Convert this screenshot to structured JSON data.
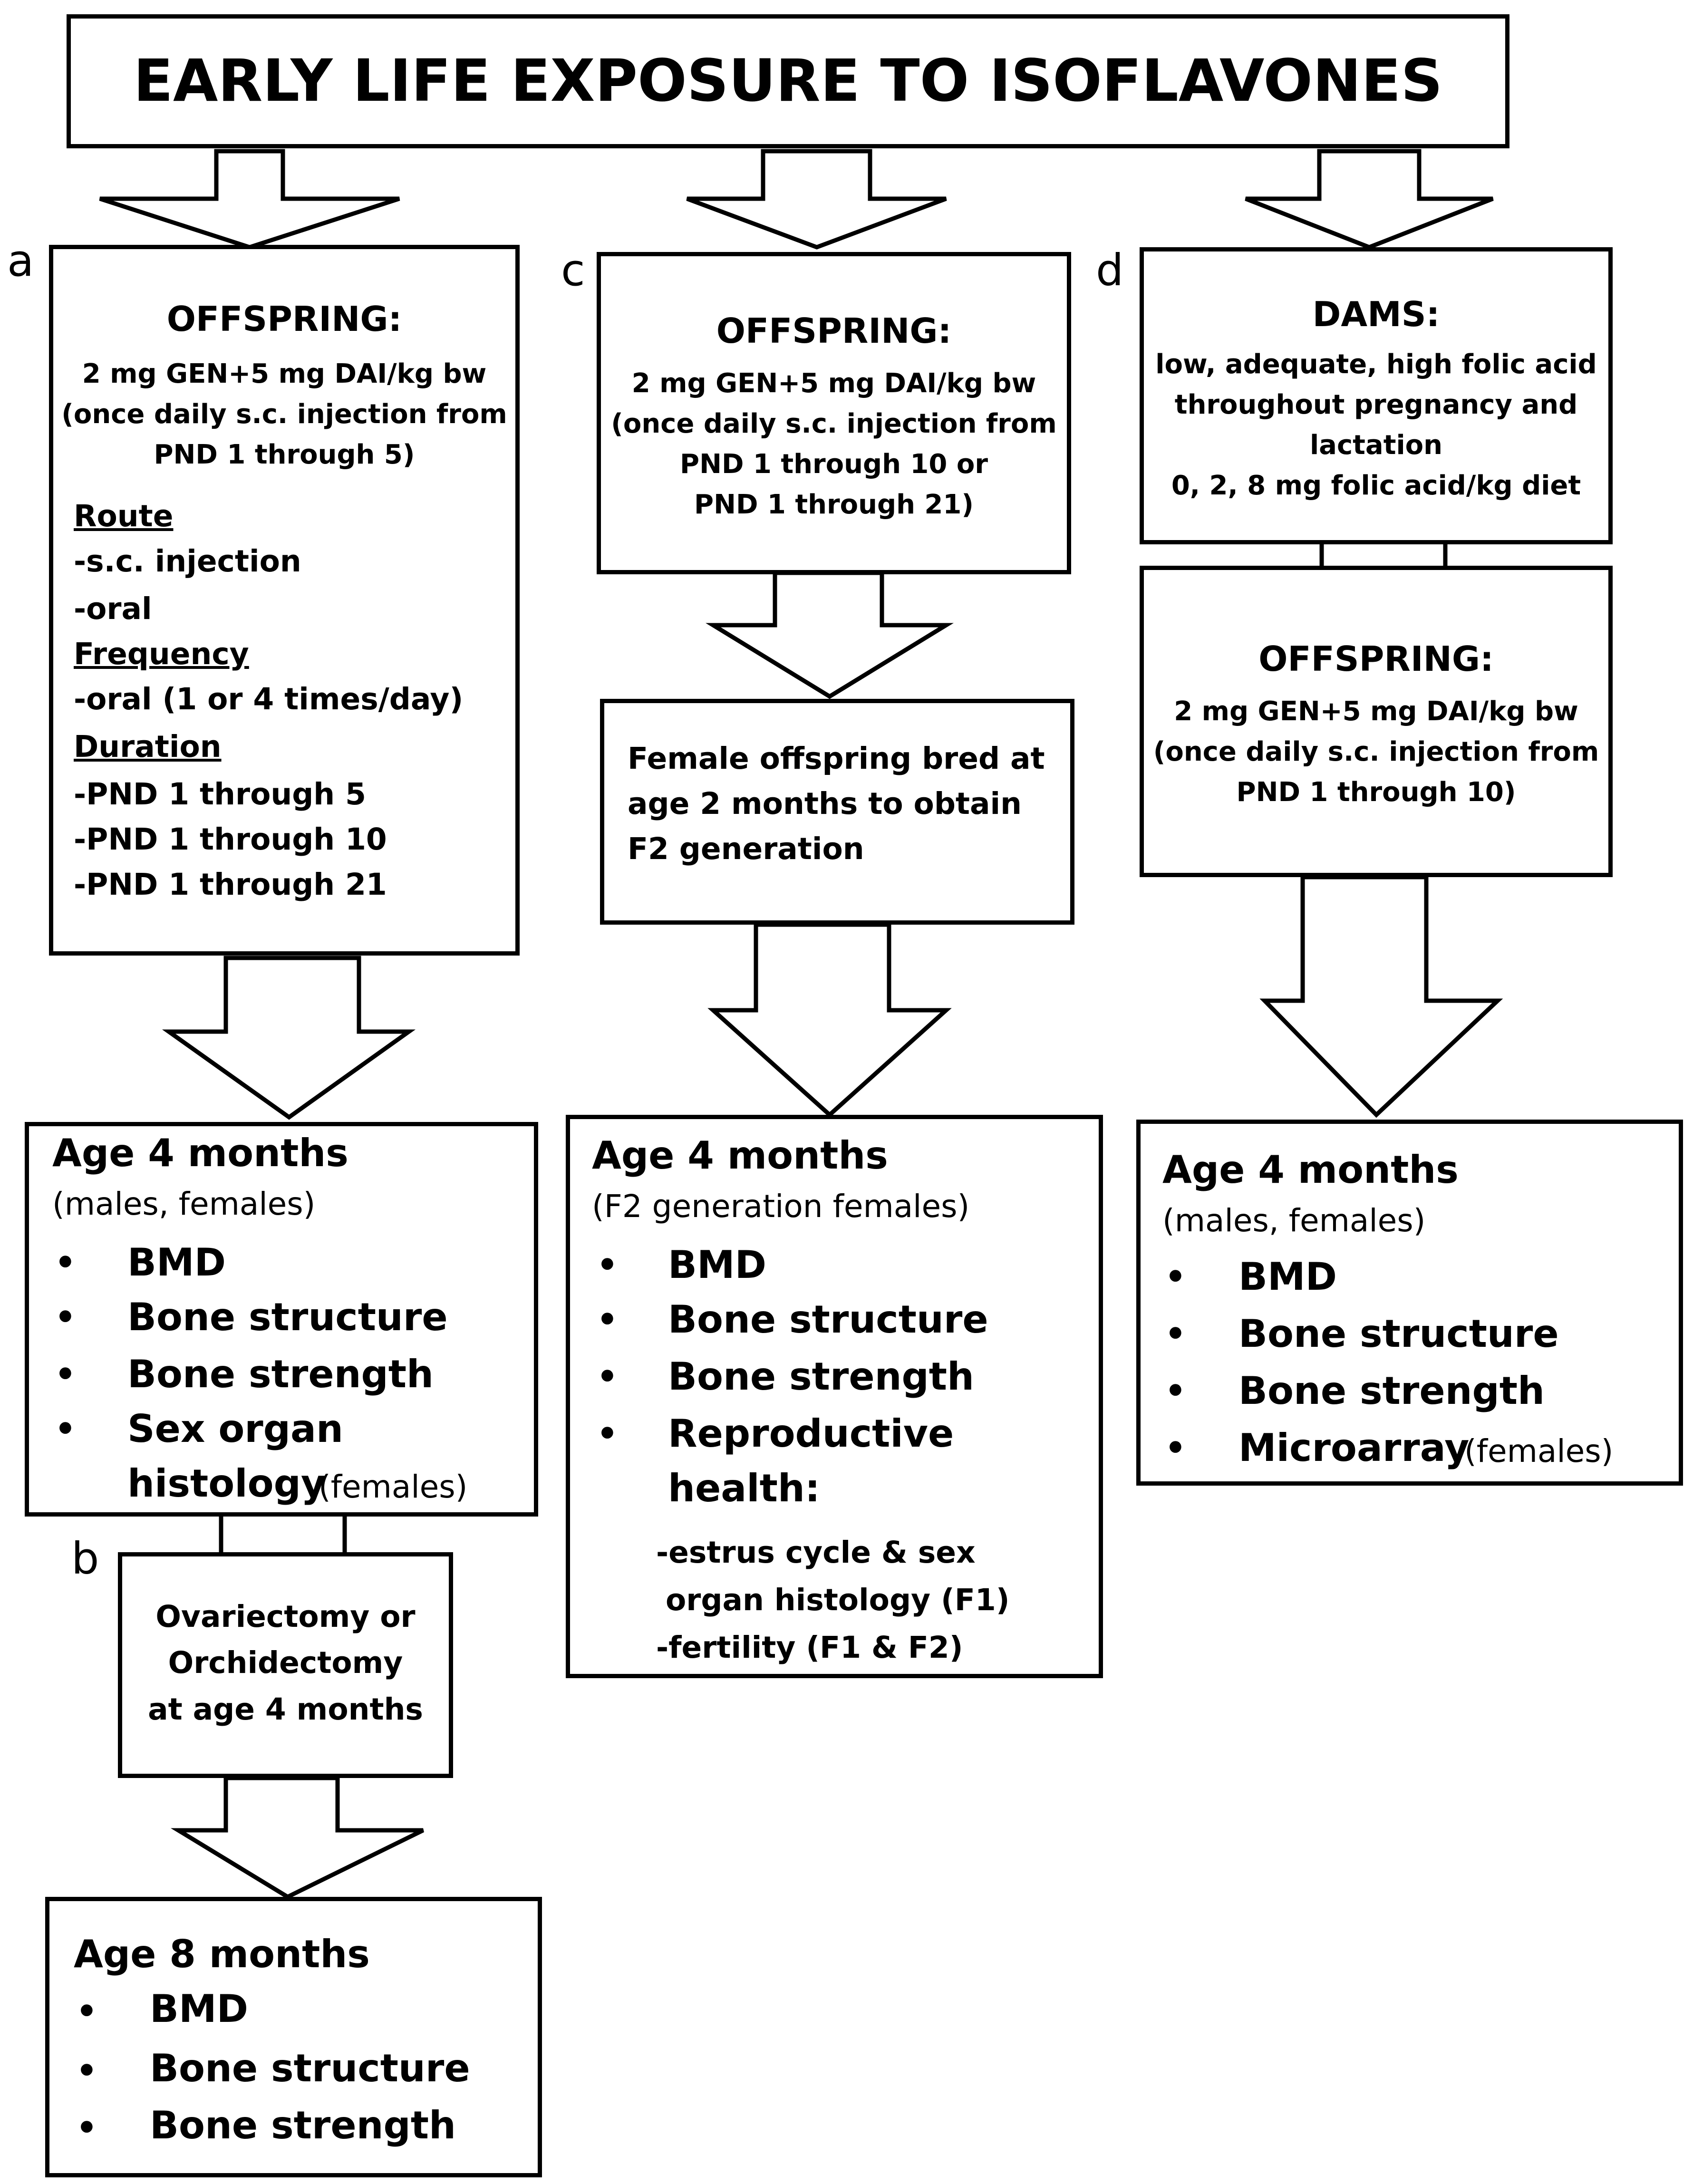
{
  "title": "EARLY LIFE EXPOSURE TO ISOFLAVONES",
  "panel_a": {
    "letter": "a",
    "heading": "OFFSPRING:",
    "dose": "2 mg GEN+5 mg DAI/kg bw",
    "schedule_1": "(once daily s.c. injection from",
    "schedule_2": "PND 1 through 5)",
    "route_label": "Route",
    "route_1": "-s.c. injection",
    "route_2": "-oral",
    "frequency_label": "Frequency",
    "frequency_1": "-oral (1 or 4 times/day)",
    "duration_label": "Duration",
    "duration_1": "-PND 1 through 5",
    "duration_2": "-PND 1 through 10",
    "duration_3": "-PND 1 through 21",
    "outcome_title": "Age 4 months",
    "outcome_sub": "(males, females)",
    "outcome_items": [
      "BMD",
      "Bone structure",
      "Bone strength",
      "Sex organ",
      "histology"
    ],
    "outcome_note": "(females)"
  },
  "panel_b": {
    "letter": "b",
    "line_1": "Ovariectomy or",
    "line_2": "Orchidectomy",
    "line_3": "at age 4 months",
    "outcome_title": "Age 8 months",
    "outcome_items": [
      "BMD",
      "Bone structure",
      "Bone strength"
    ]
  },
  "panel_c": {
    "letter": "c",
    "heading": "OFFSPRING:",
    "dose": "2 mg GEN+5 mg DAI/kg bw",
    "schedule_1": "(once daily s.c. injection from",
    "schedule_2": "PND 1 through 10 or",
    "schedule_3": "PND 1 through 21)",
    "breeding_1": "Female offspring bred at",
    "breeding_2": "age 2 months to obtain",
    "breeding_3": "F2 generation",
    "outcome_title": "Age 4 months",
    "outcome_sub": "(F2 generation females)",
    "outcome_items": [
      "BMD",
      "Bone structure",
      "Bone strength",
      "Reproductive",
      "health:"
    ],
    "repro_1": "-estrus cycle & sex",
    "repro_2": "organ histology (F1)",
    "repro_3": "-fertility (F1 & F2)"
  },
  "panel_d": {
    "letter": "d",
    "dams_heading": "DAMS:",
    "dams_1": "low, adequate, high folic acid",
    "dams_2": "throughout pregnancy and",
    "dams_3": "lactation",
    "dams_4": "0, 2, 8 mg folic acid/kg diet",
    "heading": "OFFSPRING:",
    "dose": "2 mg GEN+5 mg DAI/kg bw",
    "schedule_1": "(once daily s.c. injection from",
    "schedule_2": "PND 1 through 10)",
    "outcome_title": "Age 4 months",
    "outcome_sub": "(males, females)",
    "outcome_items": [
      "BMD",
      "Bone structure",
      "Bone strength",
      "Microarray"
    ],
    "outcome_note": "(females)"
  }
}
